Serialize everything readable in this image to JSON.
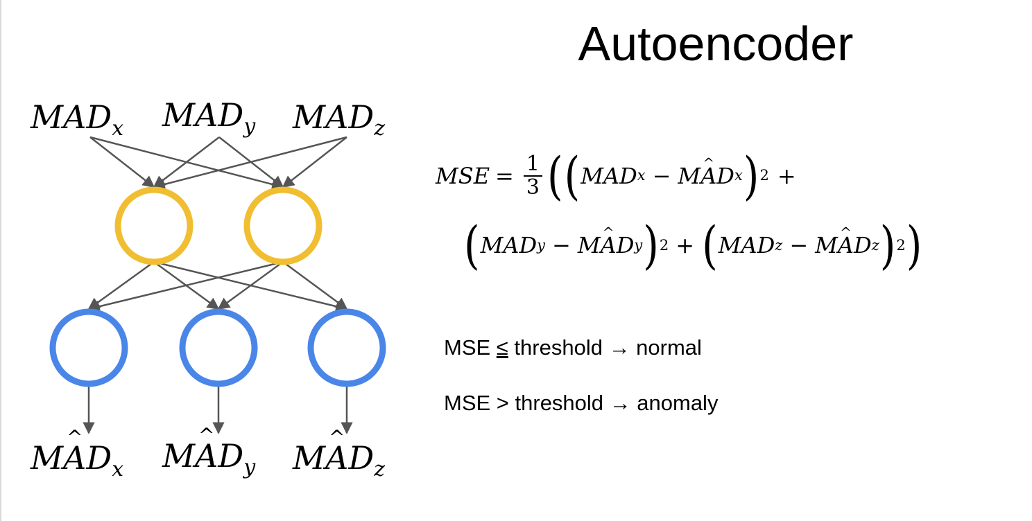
{
  "title": "Autoencoder",
  "colors": {
    "encoder_node": "#f0be30",
    "output_node": "#4a86e8",
    "edge": "#555555",
    "text": "#000000"
  },
  "diagram": {
    "inputs": [
      {
        "base": "MAD",
        "sub": "x"
      },
      {
        "base": "MAD",
        "sub": "y"
      },
      {
        "base": "MAD",
        "sub": "z"
      }
    ],
    "hidden_nodes": 2,
    "output_nodes": 3,
    "outputs": [
      {
        "m": "M",
        "hatted": "A",
        "rest": "D",
        "sub": "x",
        "hat": "^"
      },
      {
        "m": "M",
        "hatted": "A",
        "rest": "D",
        "sub": "y",
        "hat": "^"
      },
      {
        "m": "M",
        "hatted": "A",
        "rest": "D",
        "sub": "z",
        "hat": "^"
      }
    ]
  },
  "formula": {
    "lhs": "MSE",
    "eq": "=",
    "frac_num": "1",
    "frac_den": "3",
    "lparen": "(",
    "rparen": ")",
    "minus": "−",
    "plus": "+",
    "sq": "2",
    "hat": "^",
    "terms": [
      {
        "base": "MAD",
        "sub": "x",
        "m": "M",
        "hatted": "A",
        "rest": "D"
      },
      {
        "base": "MAD",
        "sub": "y",
        "m": "M",
        "hatted": "A",
        "rest": "D"
      },
      {
        "base": "MAD",
        "sub": "z",
        "m": "M",
        "hatted": "A",
        "rest": "D"
      }
    ]
  },
  "rules": [
    {
      "left": "MSE ",
      "op": "≤",
      "right": " threshold → normal"
    },
    {
      "left": "MSE ",
      "op": ">",
      "right": " threshold → anomaly"
    }
  ]
}
